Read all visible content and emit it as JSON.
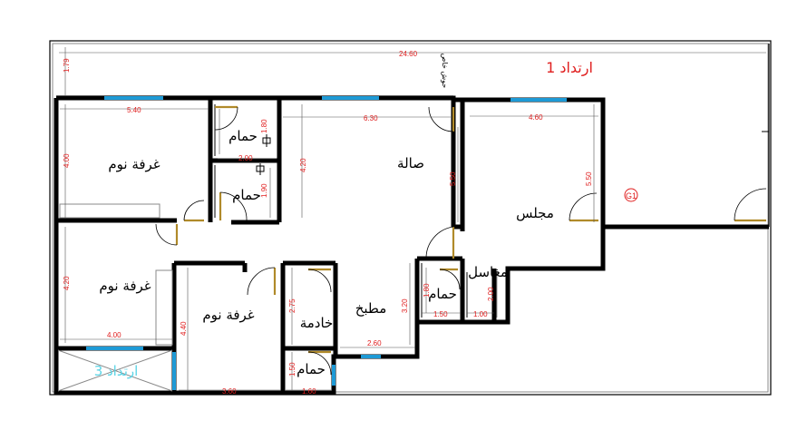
{
  "rooms": {
    "bedroom_1": "غرفة نوم",
    "bedroom_2": "غرفة نوم",
    "bedroom_3": "غرفة نوم",
    "bath_1": "حمام",
    "bath_2": "حمام",
    "bath_3": "حمام",
    "bath_4": "حمام",
    "hall": "صالة",
    "majlis": "مجلس",
    "kitchen": "مطبخ",
    "maid": "خادمة",
    "washroom": "مغاسل"
  },
  "setbacks": {
    "setback_1": "ارتداد 1",
    "setback_3": "ارتداد 3"
  },
  "labels": {
    "private_fence": "حوش خاص",
    "marker": "G1"
  },
  "dimensions": {
    "top_total": "24.60",
    "left_top": "1.79",
    "bed1_width": "5.40",
    "bed1_height": "4.00",
    "bath1_w": "2.00",
    "bath1_h": "1.80",
    "bath2_h": "1.90",
    "hall_width": "6.30",
    "hall_height": "4.20",
    "hall_right": "5.50",
    "majlis_width": "4.60",
    "majlis_height": "5.50",
    "bed2_height": "4.20",
    "bed2_width": "4.00",
    "bed3_height": "4.40",
    "bed3_width": "3.60",
    "maid_height": "2.75",
    "bath4_h": "1.50",
    "bath4_w": "1.60",
    "kitchen_width": "2.60",
    "kitchen_height": "3.20",
    "bath3_h": "1.80",
    "bath3_w": "1.50",
    "wash_h": "2.00",
    "wash_w": "1.00"
  }
}
